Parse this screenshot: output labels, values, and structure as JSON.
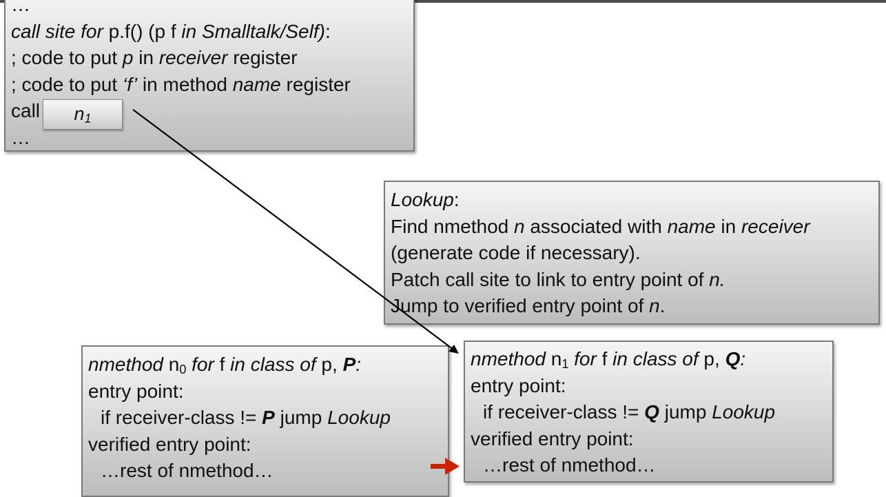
{
  "callsite": {
    "ellipsis_top": "…",
    "l1_a": "call site for ",
    "l1_b": "p.f()",
    "l1_c": " (",
    "l1_d": "p f",
    "l1_e": " in Smalltalk/Self)",
    "l1_f": ":",
    "l2_a": "; code to put ",
    "l2_b": "p",
    "l2_c": " in ",
    "l2_d": "receiver",
    "l2_e": " register",
    "l3_a": "; code to put ",
    "l3_b": "‘f’",
    "l3_c": " in method ",
    "l3_d": "name",
    "l3_e": " register",
    "l4_a": "call",
    "slot_n": "n",
    "slot_sub": "1",
    "ellipsis_bottom": "…"
  },
  "lookup": {
    "l1_a": "Lookup",
    "l1_b": ":",
    "l2_a": "Find nmethod ",
    "l2_b": "n",
    "l2_c": " associated with ",
    "l2_d": "name",
    "l2_e": " in ",
    "l2_f": "receiver",
    "l3": "(generate code if necessary).",
    "l4_a": "Patch call site to link to entry point of ",
    "l4_b": "n.",
    "l5_a": "Jump to verified entry point of ",
    "l5_b": "n",
    "l5_c": "."
  },
  "n0": {
    "l1_a": "nmethod",
    "l1_b": " n",
    "l1_sub": "0",
    "l1_c": " for",
    "l1_d": " f ",
    "l1_e": "in class of",
    "l1_f": " p, ",
    "l1_g": "P",
    "l1_h": ":",
    "l2": "entry point:",
    "l3_a": "if receiver-class != ",
    "l3_b": "P",
    "l3_c": " jump ",
    "l3_d": "Lookup",
    "l4": "verified entry point:",
    "l5": "…rest of nmethod…"
  },
  "n1": {
    "l1_a": "nmethod",
    "l1_b": " n",
    "l1_sub": "1",
    "l1_c": " for",
    "l1_d": " f ",
    "l1_e": "in class of",
    "l1_f": " p, ",
    "l1_g": "Q",
    "l1_h": ":",
    "l2": "entry point:",
    "l3_a": "if receiver-class != ",
    "l3_b": "Q",
    "l3_c": " jump ",
    "l3_d": "Lookup",
    "l4": "verified entry point:",
    "l5": "…rest of nmethod…"
  },
  "colors": {
    "link_line": "#000000",
    "entry_arrow": "#cc2200"
  }
}
